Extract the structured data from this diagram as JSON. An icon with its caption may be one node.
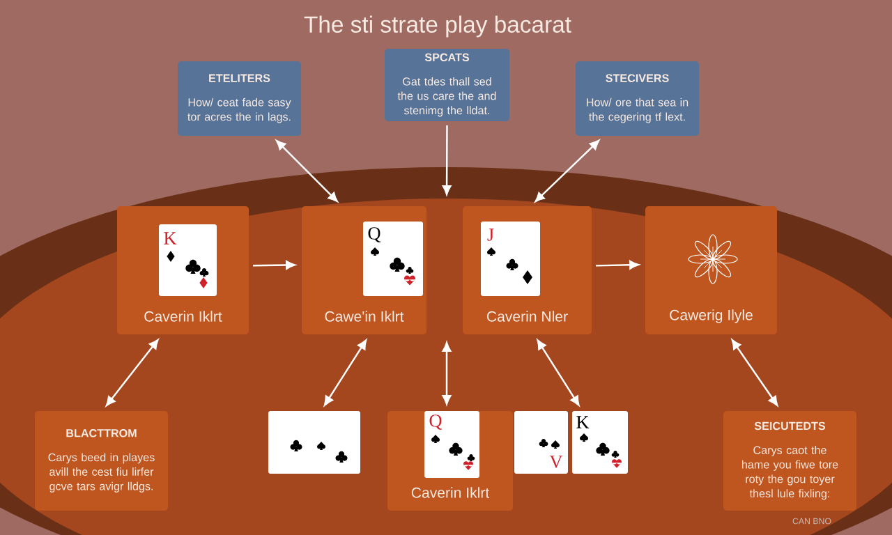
{
  "diagram": {
    "title": "The sti strate play bacarat",
    "nodes": [
      {
        "text": [
          "ETELITERS",
          "How/ ceat fade sasy tor acres the in lags."
        ]
      },
      {
        "text": [
          "SPCATS",
          "Gat tdes thall sed the us care the and stenimg the lldat."
        ]
      },
      {
        "text": [
          "STECIVERS",
          "How/ ore that sea in the cegering tf lext."
        ]
      },
      {
        "text": [
          "Caverin Iklrt"
        ]
      },
      {
        "text": [
          "Cawe'in Iklrt"
        ]
      },
      {
        "text": [
          "Caverin Nler"
        ]
      },
      {
        "text": [
          "Cawerig Ilyle"
        ]
      },
      {
        "text": [
          "BLACTTROM",
          "Carys beed in playes avill the cest fiu lirfer gcve tars avigr lldgs."
        ]
      },
      {
        "text": [],
        "shape": "card"
      },
      {
        "text": [
          "Caverin Iklrt"
        ]
      },
      {
        "text": [],
        "shape": "card"
      },
      {
        "text": [
          "SEICUTEDTS",
          "Carys caot the hame you fiwe tore roty the gou toyer thesl lule fixling:"
        ]
      }
    ],
    "edges": [
      {
        "from": 0,
        "to": 4,
        "arrow": "both"
      },
      {
        "from": 1,
        "to": null,
        "arrow": "to"
      },
      {
        "from": 2,
        "to": 5,
        "arrow": "both"
      },
      {
        "from": 3,
        "to": 4,
        "arrow": "to"
      },
      {
        "from": 5,
        "to": 6,
        "arrow": "to"
      },
      {
        "from": 3,
        "to": 7,
        "arrow": "both"
      },
      {
        "from": 4,
        "to": 8,
        "arrow": "both"
      },
      {
        "from": null,
        "to": 9,
        "arrow": "both"
      },
      {
        "from": 5,
        "to": 10,
        "arrow": "both"
      },
      {
        "from": 6,
        "to": 11,
        "arrow": "both"
      }
    ],
    "labels": [
      "K",
      "Q",
      "J",
      "Q",
      "V",
      "K",
      "CAN BNO"
    ]
  }
}
